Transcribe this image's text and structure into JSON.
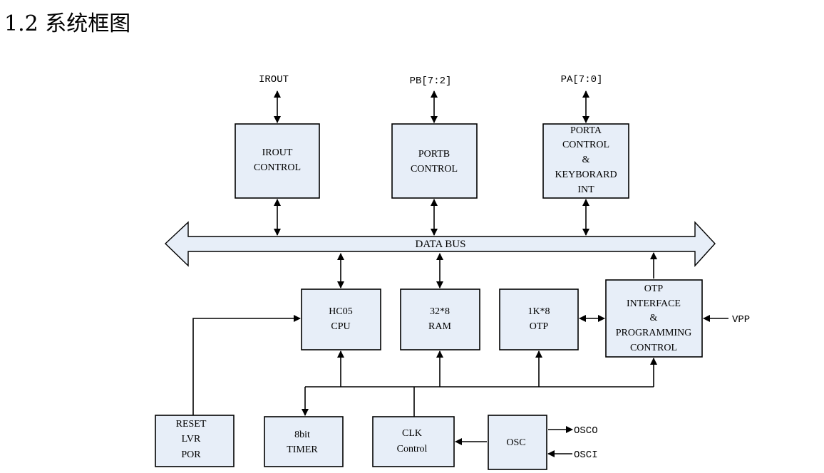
{
  "heading": "1.2 系统框图",
  "bus_label": "DATA BUS",
  "signals": {
    "irout": "IROUT",
    "pb": "PB[7:2]",
    "pa": "PA[7:0]",
    "vpp": "VPP",
    "osco": "OSCO",
    "osci": "OSCI"
  },
  "blocks": {
    "irout_control": [
      "IROUT",
      "CONTROL"
    ],
    "portb_control": [
      "PORTB",
      "CONTROL"
    ],
    "porta_control": [
      "PORTA",
      "CONTROL",
      "&",
      "KEYBORARD",
      "INT"
    ],
    "cpu": [
      "HC05",
      "CPU"
    ],
    "ram": [
      "32*8",
      "RAM"
    ],
    "otp": [
      "1K*8",
      "OTP"
    ],
    "otp_interface": [
      "OTP",
      "INTERFACE",
      "&",
      "PROGRAMMING",
      "CONTROL"
    ],
    "reset": [
      "RESET",
      "LVR",
      "POR"
    ],
    "timer": [
      "8bit",
      "TIMER"
    ],
    "clk": [
      "CLK",
      "Control"
    ],
    "osc": [
      "OSC"
    ]
  }
}
